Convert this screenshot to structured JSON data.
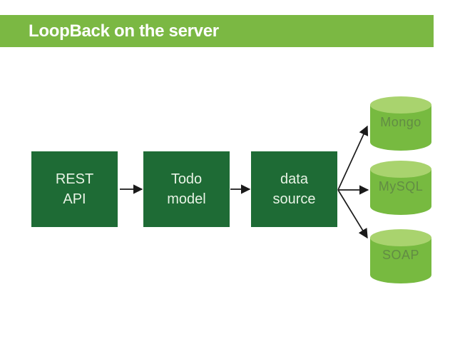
{
  "header": {
    "title": "LoopBack on the server",
    "bg_color": "#7bb843",
    "text_color": "#ffffff"
  },
  "diagram": {
    "nodes": [
      {
        "label_line1": "REST",
        "label_line2": "API"
      },
      {
        "label_line1": "Todo",
        "label_line2": "model"
      },
      {
        "label_line1": "data",
        "label_line2": "source"
      }
    ],
    "node_bg_color": "#1e6b35",
    "node_text_color": "#e8f3e5",
    "datastores": [
      {
        "label": "Mongo"
      },
      {
        "label": "MySQL"
      },
      {
        "label": "SOAP"
      }
    ],
    "datastore_body_color": "#77ba40",
    "datastore_top_color": "#a9d36e",
    "datastore_text_color": "#628c44",
    "arrow_color": "#1a1a1a"
  }
}
